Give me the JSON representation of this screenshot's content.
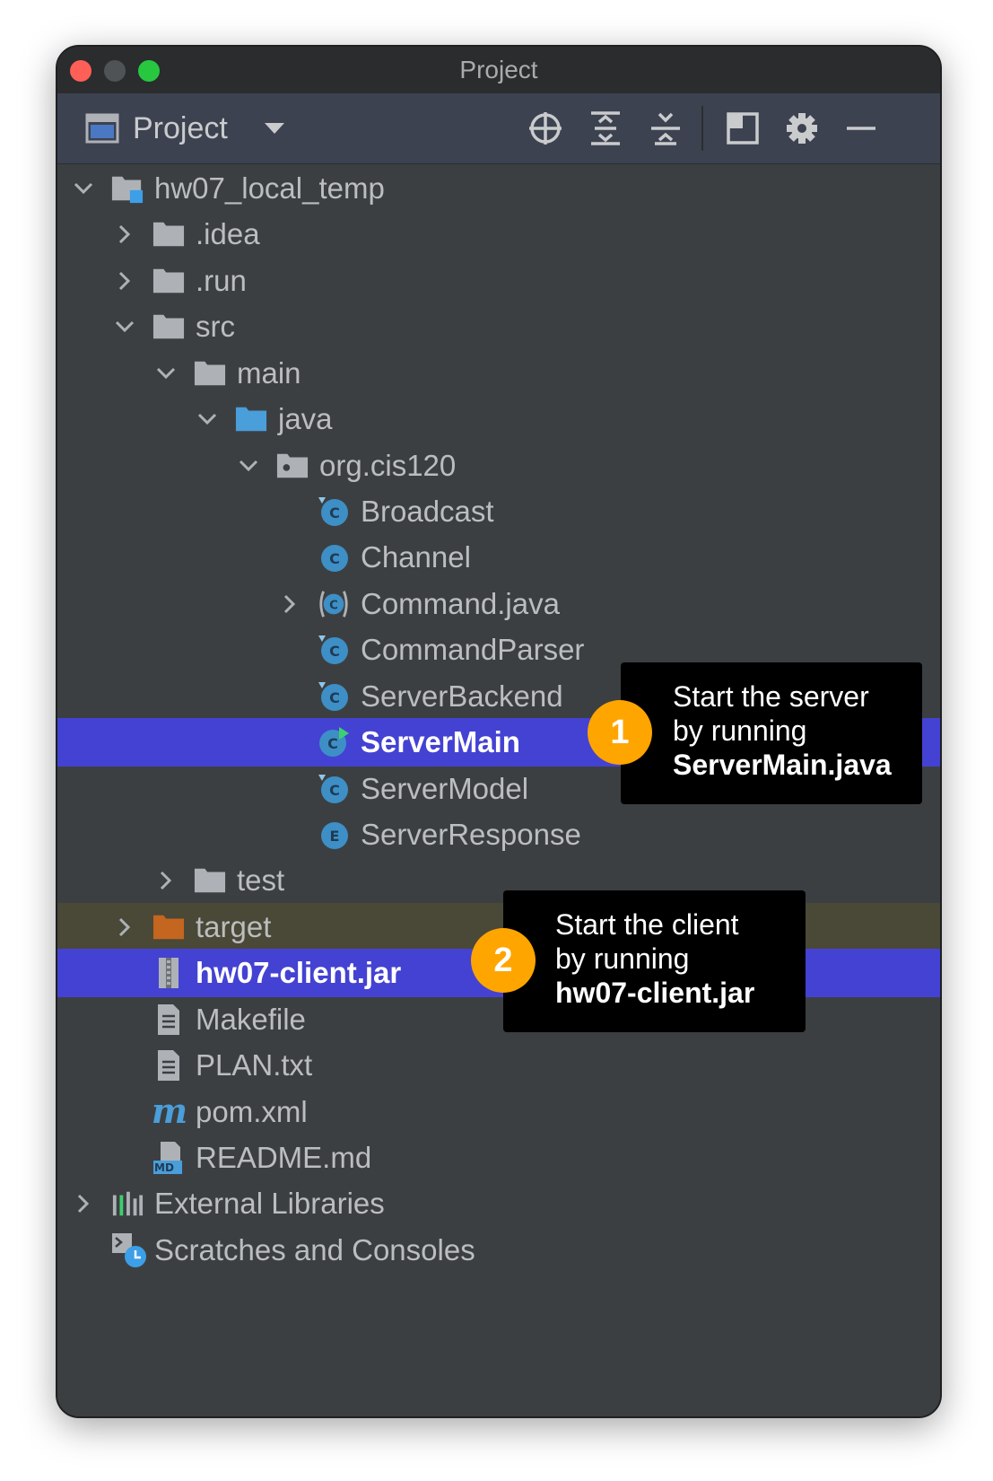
{
  "window": {
    "title": "Project"
  },
  "toolbar": {
    "view_label": "Project",
    "icons": [
      "project-view-icon",
      "dropdown-icon",
      "locate-icon",
      "expand-all-icon",
      "collapse-all-icon",
      "layout-icon",
      "gear-icon",
      "minimize-icon"
    ]
  },
  "tree": {
    "root": "hw07_local_temp",
    "idea": ".idea",
    "run": ".run",
    "src": "src",
    "main": "main",
    "java": "java",
    "package": "org.cis120",
    "files": {
      "broadcast": "Broadcast",
      "channel": "Channel",
      "command": "Command.java",
      "command_parser": "CommandParser",
      "server_backend": "ServerBackend",
      "server_main": "ServerMain",
      "server_model": "ServerModel",
      "server_response": "ServerResponse"
    },
    "test": "test",
    "target": "target",
    "client_jar": "hw07-client.jar",
    "makefile": "Makefile",
    "plan": "PLAN.txt",
    "pom": "pom.xml",
    "readme": "README.md",
    "readme_badge": "MD",
    "external_libraries": "External Libraries",
    "scratches": "Scratches and Consoles"
  },
  "callouts": {
    "server": {
      "badge": "1",
      "line1": "Start the server",
      "line2": "by running",
      "line3": "ServerMain.java"
    },
    "client": {
      "badge": "2",
      "line1": "Start the client",
      "line2": "by running",
      "line3": "hw07-client.jar"
    }
  },
  "colors": {
    "window_bg": "#3c3f41",
    "toolbar_bg": "#3d4250",
    "selection": "#4442d2",
    "excluded_row": "#4a4836",
    "folder": "#aeb2b7",
    "source_folder": "#4a9ed9",
    "class_icon": "#3d8fc6",
    "target_folder": "#c4661f",
    "badge": "#ffa500",
    "callout_bg": "#000000"
  }
}
